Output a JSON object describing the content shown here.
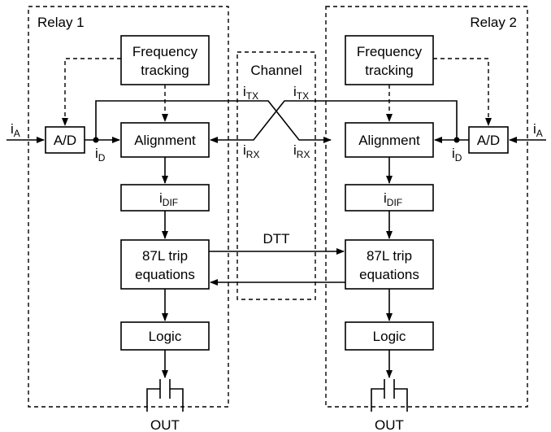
{
  "relay1": {
    "title": "Relay 1",
    "freq_line1": "Frequency",
    "freq_line2": "tracking",
    "ad": "A/D",
    "alignment": "Alignment",
    "idif_main": "i",
    "idif_sub": "DIF",
    "trip_line1": "87L trip",
    "trip_line2": "equations",
    "logic": "Logic",
    "out": "OUT",
    "input_main": "i",
    "input_sub": "A",
    "id_main": "i",
    "id_sub": "D"
  },
  "relay2": {
    "title": "Relay 2",
    "freq_line1": "Frequency",
    "freq_line2": "tracking",
    "ad": "A/D",
    "alignment": "Alignment",
    "idif_main": "i",
    "idif_sub": "DIF",
    "trip_line1": "87L trip",
    "trip_line2": "equations",
    "logic": "Logic",
    "out": "OUT",
    "input_main": "i",
    "input_sub": "A",
    "id_main": "i",
    "id_sub": "D"
  },
  "channel": {
    "title": "Channel",
    "tx_main": "i",
    "tx_sub": "TX",
    "rx_main": "i",
    "rx_sub": "RX",
    "dtt": "DTT"
  }
}
